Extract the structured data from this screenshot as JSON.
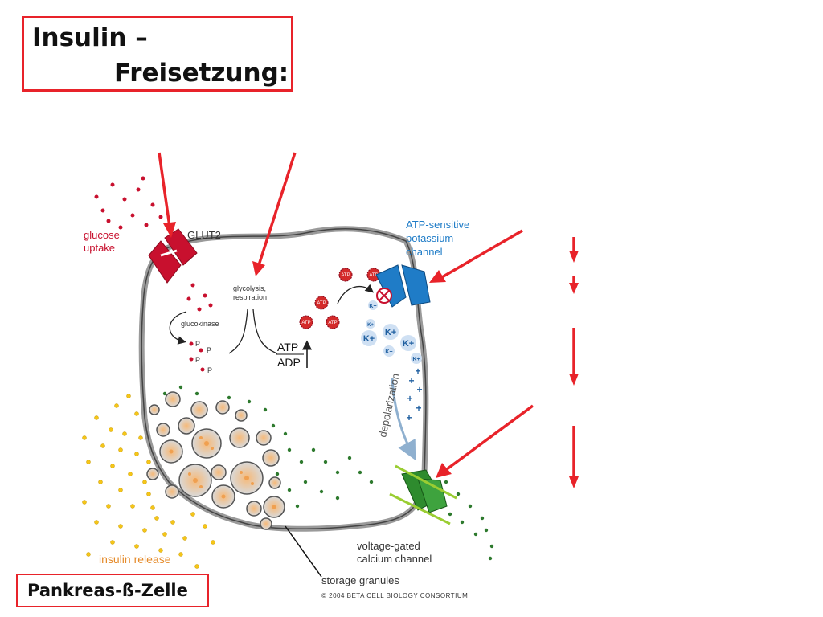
{
  "title": {
    "line1": "Insulin –",
    "line2": "Freisetzung:"
  },
  "caption": "Pankreas-ß-Zelle",
  "labels": {
    "glucose_uptake": [
      "glucose",
      "uptake"
    ],
    "glut2": "GLUT2",
    "glycolysis": [
      "glycolysis,",
      "respiration"
    ],
    "glucokinase": "glucokinase",
    "phosphate": "P",
    "atp": "ATP",
    "adp": "ADP",
    "atp_badge": "ATP",
    "katp_channel": [
      "ATP-sensitive",
      "potassium",
      "channel"
    ],
    "potassium": "K+",
    "depolarization": "depolarization",
    "plus": "+",
    "calcium_channel": [
      "voltage-gated",
      "calcium channel"
    ],
    "insulin_release": "insulin release",
    "storage_granules": "storage granules",
    "copyright": "© 2004 BETA CELL BIOLOGY CONSORTIUM"
  },
  "colors": {
    "annotation_red": "#e8232a",
    "glucose_red": "#c8102e",
    "channel_blue": "#1f7cc7",
    "calcium_green": "#2e8b2e",
    "insulin_yellow": "#f5c518",
    "granule_orange": "#f0a050",
    "membrane_gray": "#8a8a8a"
  }
}
